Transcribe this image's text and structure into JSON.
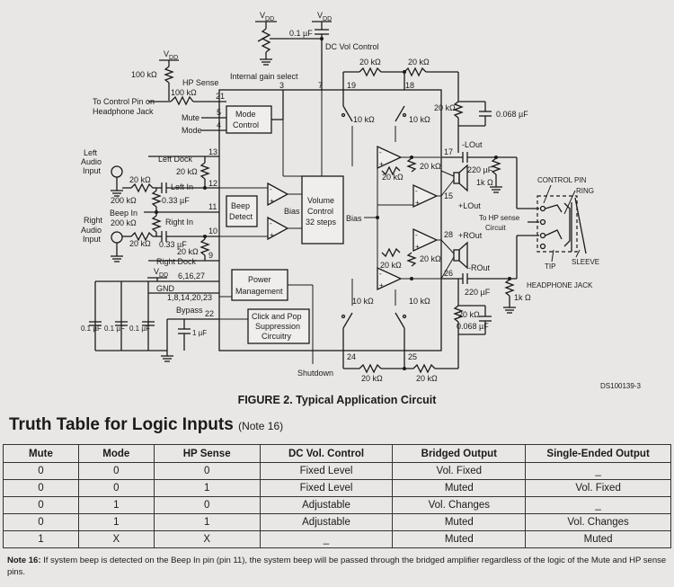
{
  "figure": {
    "caption": "FIGURE 2. Typical Application Circuit",
    "doc_code": "DS100139-3",
    "labels": {
      "vdd": "V",
      "vdd_sub": "DD",
      "cap_01": "0.1 µF",
      "dc_vol_control": "DC Vol Control",
      "r_100k": "100 kΩ",
      "hp_sense": "HP Sense",
      "internal_gain_select": "Internal gain select",
      "to_control_pin_1": "To Control Pin on",
      "to_control_pin_2": "Headphone Jack",
      "mute": "Mute",
      "mode": "Mode",
      "mode_control_1": "Mode",
      "mode_control_2": "Control",
      "left_dock": "Left Dock",
      "left_audio_1": "Left",
      "left_audio_2": "Audio",
      "left_audio_3": "Input",
      "left_in": "Left In",
      "beep_in": "Beep In",
      "right_in": "Right In",
      "right_audio_1": "Right",
      "right_audio_2": "Audio",
      "right_audio_3": "Input",
      "right_dock": "Right Dock",
      "r_20k": "20 kΩ",
      "r_200k": "200 kΩ",
      "c_033": "0.33 µF",
      "beep_detect_1": "Beep",
      "beep_detect_2": "Detect",
      "bias": "Bias",
      "volume_control_1": "Volume",
      "volume_control_2": "Control",
      "volume_control_3": "32 steps",
      "r_10k": "10 kΩ",
      "c_0068": "0.068 µF",
      "c_220": "220 µF",
      "r_1k": "1k Ω",
      "lout_minus": "-LOut",
      "lout_plus": "+LOut",
      "rout_plus": "+ROut",
      "rout_minus": "-ROut",
      "control_pin": "CONTROL PIN",
      "ring": "RING",
      "to_hp_sense_1": "To HP sense",
      "to_hp_sense_2": "Circuit",
      "tip": "TIP",
      "sleeve": "SLEEVE",
      "headphone_jack": "HEADPHONE JACK",
      "vdd_pins": "6,16,27",
      "gnd": "GND",
      "gnd_pins": "1,8,14,20,23",
      "bypass": "Bypass",
      "power_mgmt_1": "Power",
      "power_mgmt_2": "Management",
      "click_pop_1": "Click and Pop",
      "click_pop_2": "Suppression",
      "click_pop_3": "Circuitry",
      "cap_1": "1 µF",
      "shutdown": "Shutdown",
      "p21": "21",
      "p5": "5",
      "p4": "4",
      "p3": "3",
      "p7": "7",
      "p13": "13",
      "p12": "12",
      "p11": "11",
      "p10": "10",
      "p9": "9",
      "p19": "19",
      "p18": "18",
      "p17": "17",
      "p15": "15",
      "p28": "28",
      "p26": "26",
      "p22": "22",
      "p24": "24",
      "p25": "25"
    }
  },
  "truth_table": {
    "title": "Truth Table for Logic Inputs",
    "note_ref": "(Note 16)",
    "headers": [
      "Mute",
      "Mode",
      "HP Sense",
      "DC Vol. Control",
      "Bridged Output",
      "Single-Ended Output"
    ],
    "rows": [
      [
        "0",
        "0",
        "0",
        "Fixed Level",
        "Vol. Fixed",
        "_"
      ],
      [
        "0",
        "0",
        "1",
        "Fixed Level",
        "Muted",
        "Vol. Fixed"
      ],
      [
        "0",
        "1",
        "0",
        "Adjustable",
        "Vol. Changes",
        "_"
      ],
      [
        "0",
        "1",
        "1",
        "Adjustable",
        "Muted",
        "Vol. Changes"
      ],
      [
        "1",
        "X",
        "X",
        "_",
        "Muted",
        "Muted"
      ]
    ]
  },
  "note": {
    "label": "Note 16:",
    "text": "If system beep is detected on the Beep In pin (pin 11), the system beep will be passed through the bridged amplifier regardless of the logic of the Mute and HP sense pins."
  }
}
